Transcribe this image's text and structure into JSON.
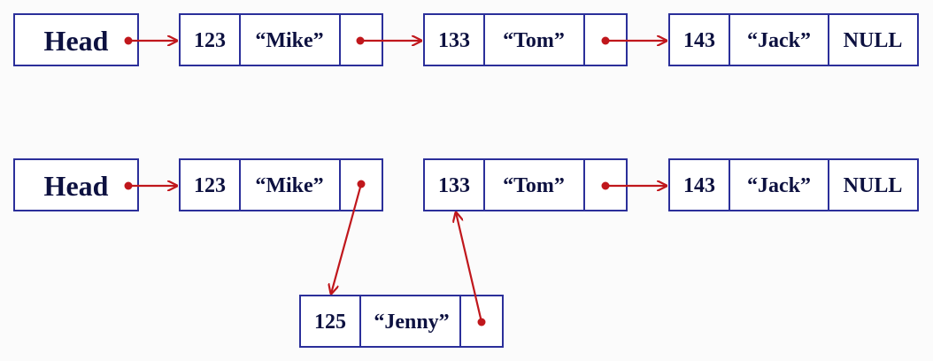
{
  "diagram": {
    "accent_color": "#c0171c",
    "box_stroke_color": "#2b2f9a",
    "text_color": "#0d1140",
    "top_row": {
      "head": {
        "label": "Head"
      },
      "nodes": [
        {
          "id": "123",
          "name": "“Mike”"
        },
        {
          "id": "133",
          "name": "“Tom”"
        },
        {
          "id": "143",
          "name": "“Jack”",
          "next": "NULL"
        }
      ]
    },
    "bottom_row": {
      "head": {
        "label": "Head"
      },
      "nodes": [
        {
          "id": "123",
          "name": "“Mike”"
        },
        {
          "id": "133",
          "name": "“Tom”"
        },
        {
          "id": "143",
          "name": "“Jack”",
          "next": "NULL"
        }
      ],
      "inserted_node": {
        "id": "125",
        "name": "“Jenny”"
      }
    }
  }
}
